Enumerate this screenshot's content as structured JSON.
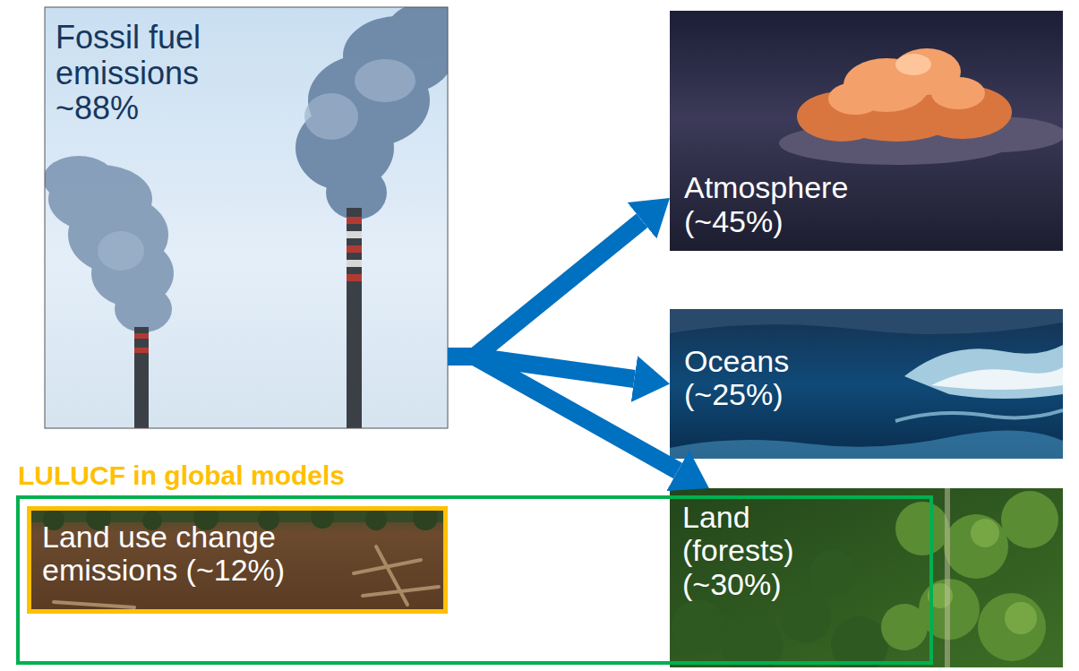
{
  "diagram": {
    "nodes": [
      {
        "text": [
          "Fossil fuel emissions ~88%"
        ]
      },
      {
        "text": [
          "Atmosphere (~45%)"
        ]
      },
      {
        "text": [
          "Oceans (~25%)"
        ]
      },
      {
        "text": [
          "LULUCF in global models",
          "Land use change emissions (~12%)"
        ]
      },
      {
        "text": [
          "Land (forests) (~30%)"
        ]
      }
    ],
    "edges": [
      {
        "from": 0,
        "to": 1,
        "arrow": "to"
      },
      {
        "from": 0,
        "to": 2,
        "arrow": "to"
      },
      {
        "from": 0,
        "to": 4,
        "arrow": "to"
      }
    ]
  }
}
